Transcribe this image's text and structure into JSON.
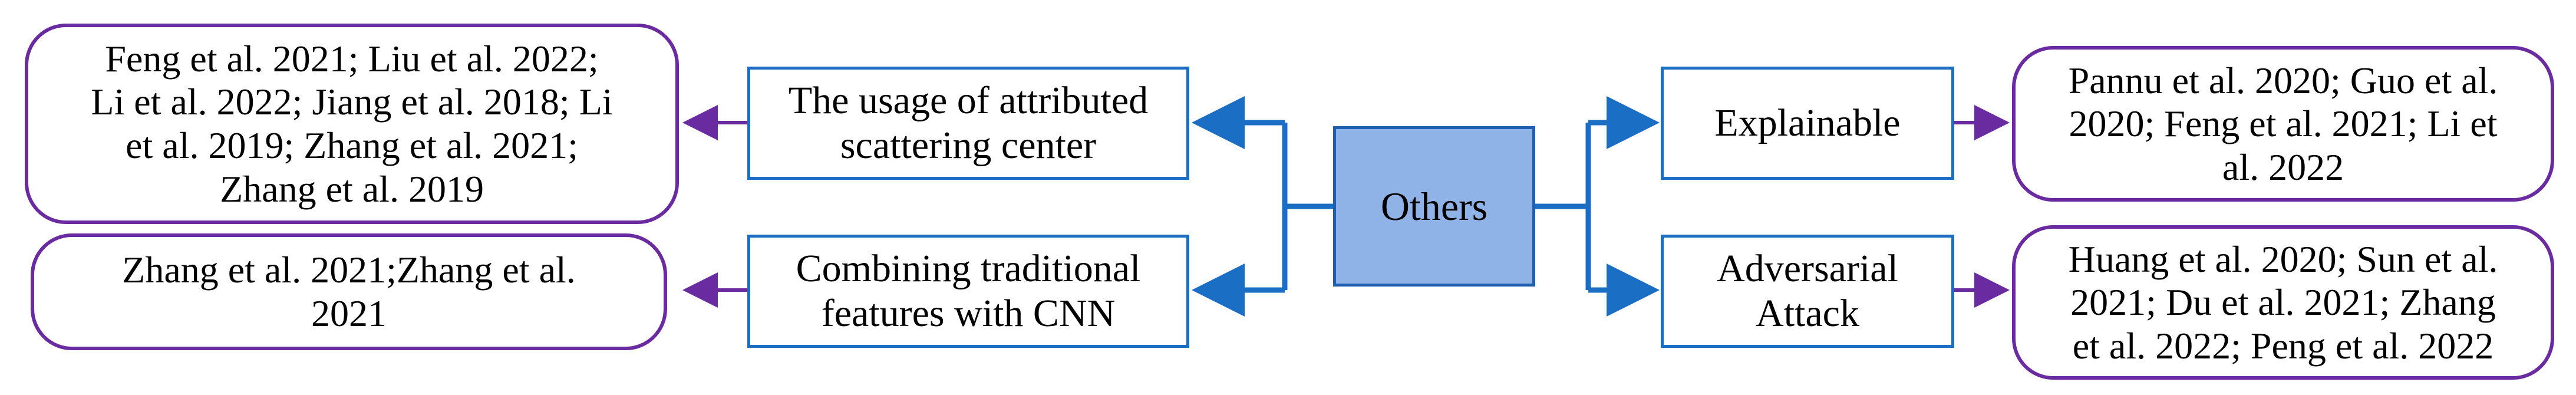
{
  "center": {
    "label": "Others"
  },
  "left": [
    {
      "label": "The usage of attributed\nscattering center",
      "refs": "Feng et al. 2021; Liu et al. 2022;\nLi et al. 2022; Jiang et al. 2018; Li\net al. 2019; Zhang et al. 2021;\nZhang et al. 2019"
    },
    {
      "label": "Combining traditional\nfeatures with CNN",
      "refs": "Zhang et al. 2021;Zhang et al.\n2021"
    }
  ],
  "right": [
    {
      "label": "Explainable",
      "refs": "Pannu et al. 2020; Guo et al.\n2020; Feng et al. 2021; Li et\nal. 2022"
    },
    {
      "label": "Adversarial\nAttack",
      "refs": "Huang et al. 2020; Sun et al.\n2021; Du et al. 2021; Zhang\net al. 2022; Peng et al. 2022"
    }
  ],
  "colors": {
    "connector": "#1a6fc4",
    "ref_arrow": "#6a2aa0",
    "center_fill": "#8fb3e6"
  }
}
